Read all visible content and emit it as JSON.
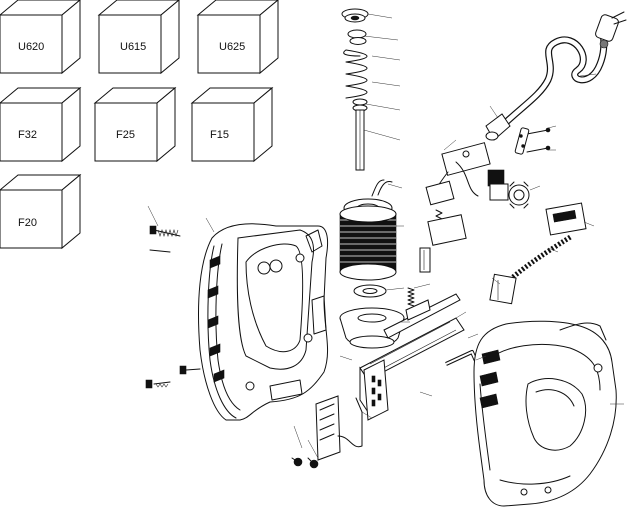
{
  "staple_boxes": [
    {
      "id": "u620",
      "label": "U620"
    },
    {
      "id": "u615",
      "label": "U615"
    },
    {
      "id": "u625",
      "label": "U625"
    },
    {
      "id": "f32",
      "label": "F32"
    },
    {
      "id": "f25",
      "label": "F25"
    },
    {
      "id": "f15",
      "label": "F15"
    },
    {
      "id": "f20",
      "label": "F20"
    }
  ]
}
